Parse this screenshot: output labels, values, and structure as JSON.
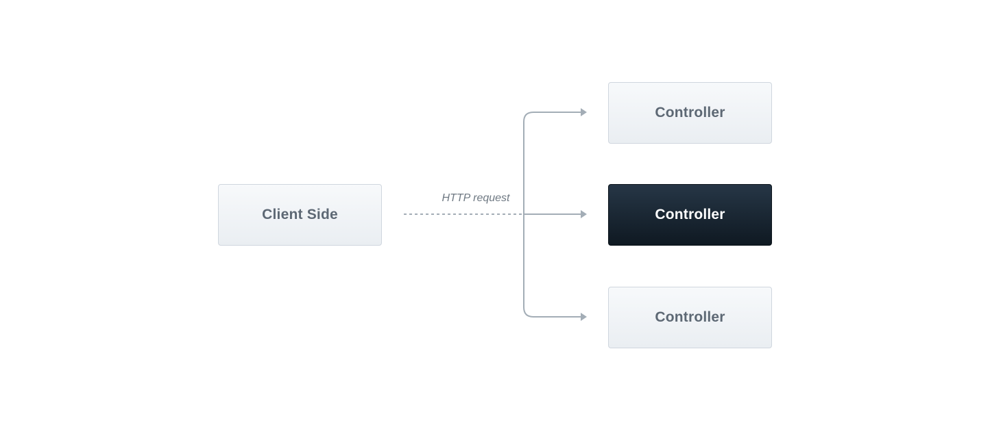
{
  "diagram": {
    "client": {
      "label": "Client Side"
    },
    "edge": {
      "label": "HTTP request"
    },
    "controllers": [
      {
        "label": "Controller",
        "highlighted": false
      },
      {
        "label": "Controller",
        "highlighted": true
      },
      {
        "label": "Controller",
        "highlighted": false
      }
    ]
  },
  "colors": {
    "node_light_text": "#5d6874",
    "node_dark_bg": "#1b2834",
    "node_dark_text": "#ffffff",
    "connector": "#a3adb6",
    "dashed_line": "#a3adb6"
  }
}
